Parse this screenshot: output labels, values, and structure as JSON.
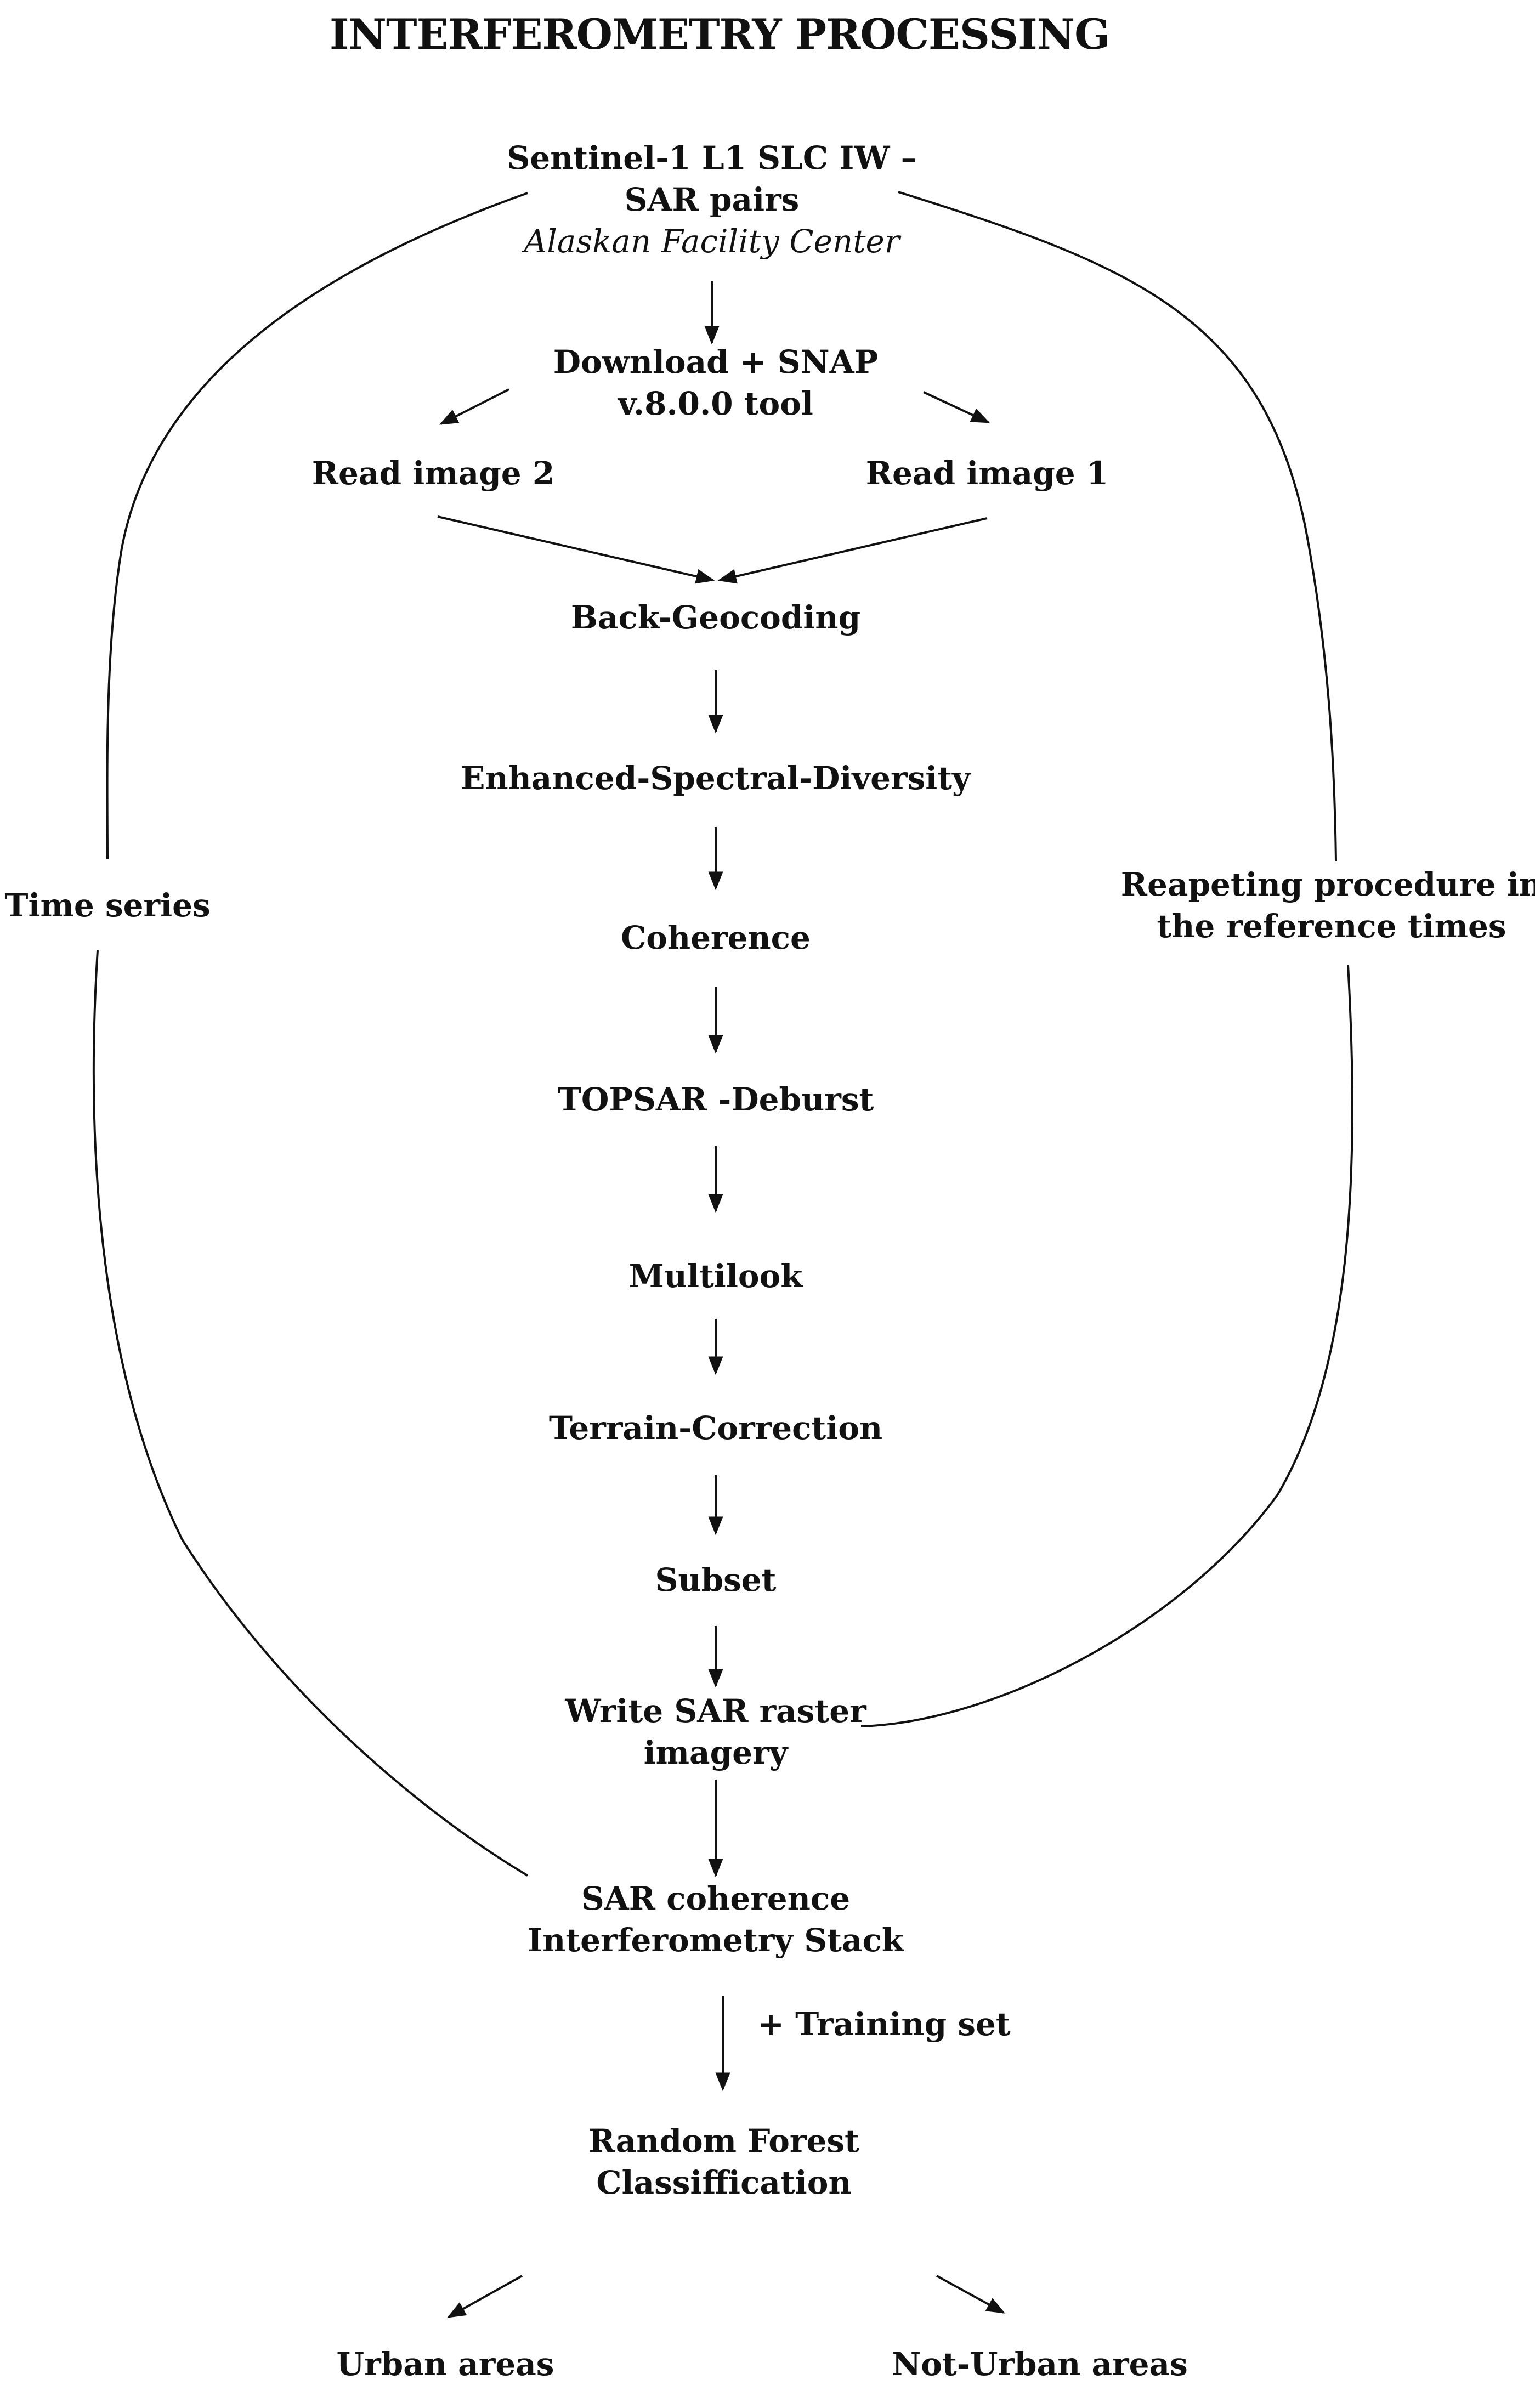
{
  "title": "INTERFEROMETRY PROCESSING",
  "nodes": {
    "source": {
      "line1": "Sentinel-1 L1 SLC IW –",
      "line2": "SAR pairs",
      "line3": "Alaskan Facility Center"
    },
    "download": {
      "line1": "Download +  SNAP",
      "line2": "v.8.0.0 tool"
    },
    "read_image_2": "Read image 2",
    "read_image_1": "Read image 1",
    "back_geocoding": "Back-Geocoding",
    "esd": "Enhanced-Spectral-Diversity",
    "coherence": "Coherence",
    "deburst": "TOPSAR -Deburst",
    "multilook": "Multilook",
    "terrain_correction": "Terrain-Correction",
    "subset": "Subset",
    "write": {
      "line1": "Write SAR raster",
      "line2": "imagery"
    },
    "stack": {
      "line1": "SAR coherence",
      "line2": "Interferometry Stack"
    },
    "random_forest": {
      "line1": "Random Forest",
      "line2": "Classiffication"
    },
    "urban": "Urban areas",
    "not_urban": "Not-Urban areas"
  },
  "side_labels": {
    "time_series": "Time series",
    "repeating": {
      "line1": "Reapeting procedure in",
      "line2": "the reference times"
    }
  },
  "edge_labels": {
    "training_set": "+ Training set"
  },
  "colors": {
    "ink": "#111111",
    "background": "#ffffff"
  }
}
